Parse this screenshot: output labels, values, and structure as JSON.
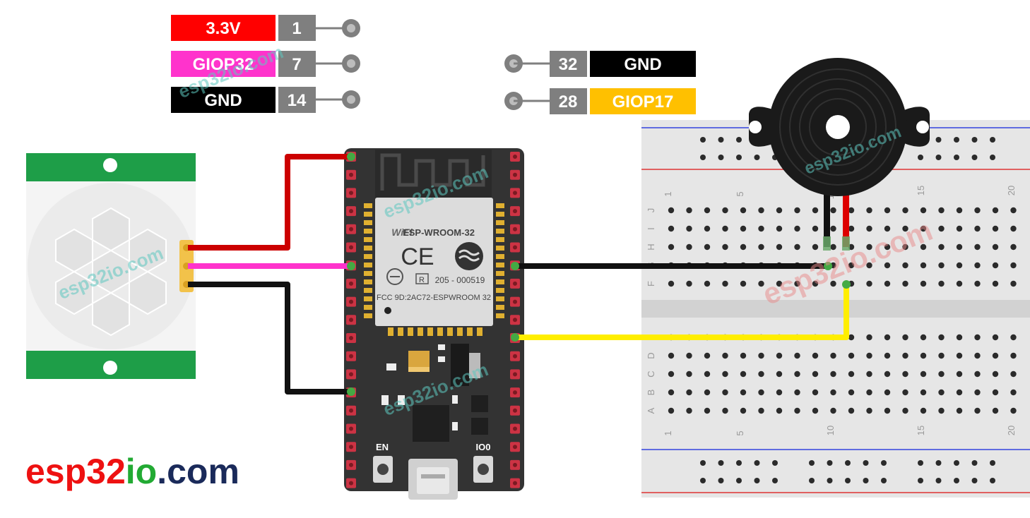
{
  "esp32_left_pins": [
    {
      "pin": "1",
      "signal": "3.3V",
      "signal_color": "#ff0000"
    },
    {
      "pin": "7",
      "signal": "GIOP32",
      "signal_color": "#ff33cc"
    },
    {
      "pin": "14",
      "signal": "GND",
      "signal_color": "#000000"
    }
  ],
  "esp32_right_pins": [
    {
      "pin": "32",
      "signal": "GND",
      "signal_color": "#000000"
    },
    {
      "pin": "28",
      "signal": "GIOP17",
      "signal_color": "#ffc000"
    }
  ],
  "module_text": {
    "chip_name": "ESP-WROOM-32",
    "wifi_logo": "WiFi",
    "ce_mark": "CE",
    "cert_r": "R",
    "cert_number": "205 - 000519",
    "fcc_id": "FCC 9D:2AC72-ESPWROOM 32",
    "button_en": "EN",
    "button_io0": "IO0"
  },
  "breadboard": {
    "row_letters_top": [
      "J",
      "I",
      "H",
      "G",
      "F"
    ],
    "row_letters_bottom": [
      "E",
      "D",
      "C",
      "B",
      "A"
    ],
    "column_numbers": [
      "1",
      "5",
      "10",
      "15",
      "20"
    ]
  },
  "brand": {
    "part1": "esp32",
    "part2": "io",
    "part3": ".com"
  },
  "watermark": "esp32io.com",
  "colors": {
    "wire_red": "#cc0000",
    "wire_pink": "#ff33cc",
    "wire_black": "#111111",
    "wire_yellow": "#ffee00",
    "pin_gray": "#7f7f7f",
    "pcb_dark": "#333333",
    "pir_green": "#1e9e48"
  }
}
